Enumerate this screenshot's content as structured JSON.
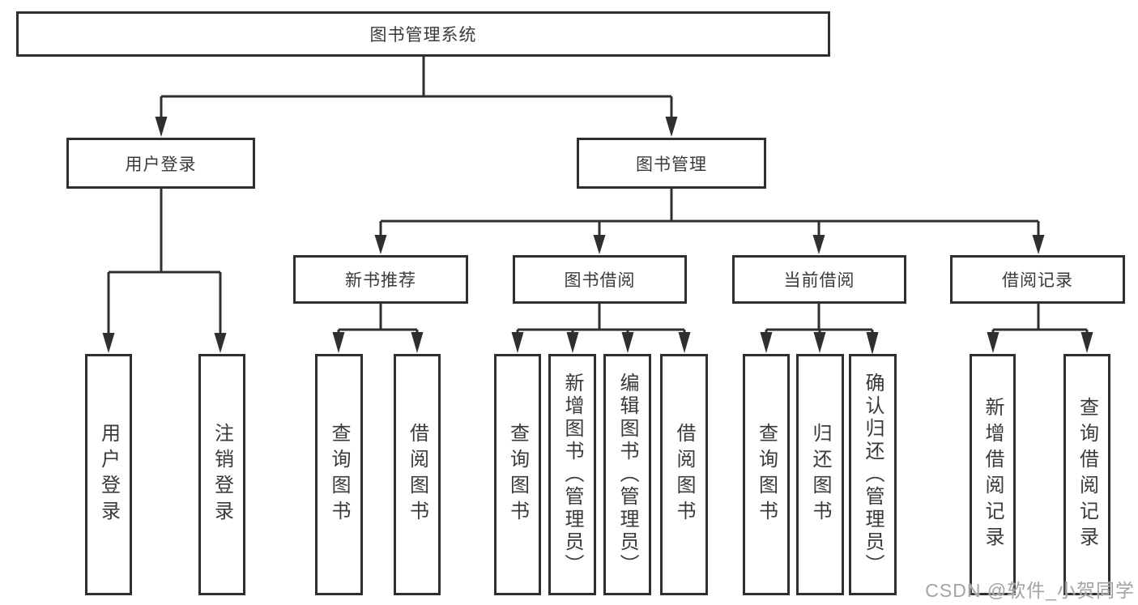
{
  "tree": {
    "root": "图书管理系统",
    "level2": [
      "用户登录",
      "图书管理"
    ],
    "level3": [
      "新书推荐",
      "图书借阅",
      "当前借阅",
      "借阅记录"
    ],
    "leaves": [
      "用户登录",
      "注销登录",
      "查询图书",
      "借阅图书",
      "查询图书",
      "新增图书（管理员）",
      "编辑图书（管理员）",
      "借阅图书",
      "查询图书",
      "归还图书",
      "确认归还（管理员）",
      "新增借阅记录",
      "查询借阅记录"
    ]
  },
  "watermark": {
    "text": "CSDN @软件_小贺同学"
  },
  "colors": {
    "line": "#2f2f2f",
    "box_border": "#2f2f2f",
    "text": "#3a3a3a",
    "background": "#ffffff",
    "watermark": "#a3a3a6"
  }
}
